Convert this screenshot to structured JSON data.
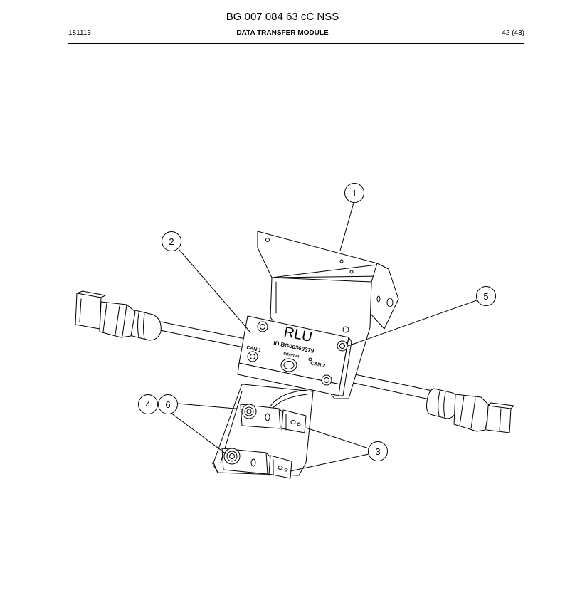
{
  "header": {
    "title": "BG 007 084 63 cC NSS",
    "doc_date": "181113",
    "section": "DATA TRANSFER MODULE",
    "page": "42 (43)"
  },
  "drawing": {
    "module_label": "RLU",
    "module_id": "ID BG00360379",
    "can1_label": "CAN 1",
    "can2_label": "CAN 2",
    "ethernet_label": "Ethernet",
    "callouts": [
      "1",
      "2",
      "3",
      "4",
      "5",
      "6"
    ]
  }
}
